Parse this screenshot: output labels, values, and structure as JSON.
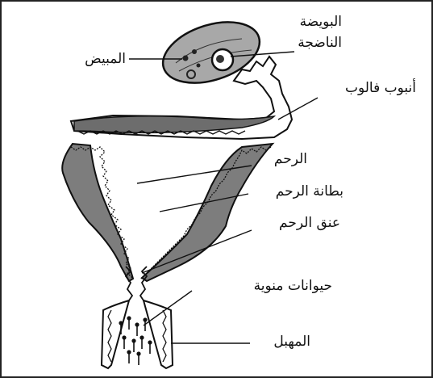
{
  "labels": {
    "mature_egg_line1": "البويضة",
    "mature_egg_line2": "الناضجة",
    "ovary": "المبيض",
    "fallopian_tube": "أنبوب فالوب",
    "uterus": "الرحم",
    "endometrium": "بطانة الرحم",
    "cervix": "عنق الرحم",
    "sperm": "حيوانات منوية",
    "vagina": "المهبل"
  },
  "colors": {
    "tissue_fill": "#7d7d7d",
    "ovary_fill": "#a8a8a8",
    "stroke": "#111111",
    "frame": "#222222"
  }
}
